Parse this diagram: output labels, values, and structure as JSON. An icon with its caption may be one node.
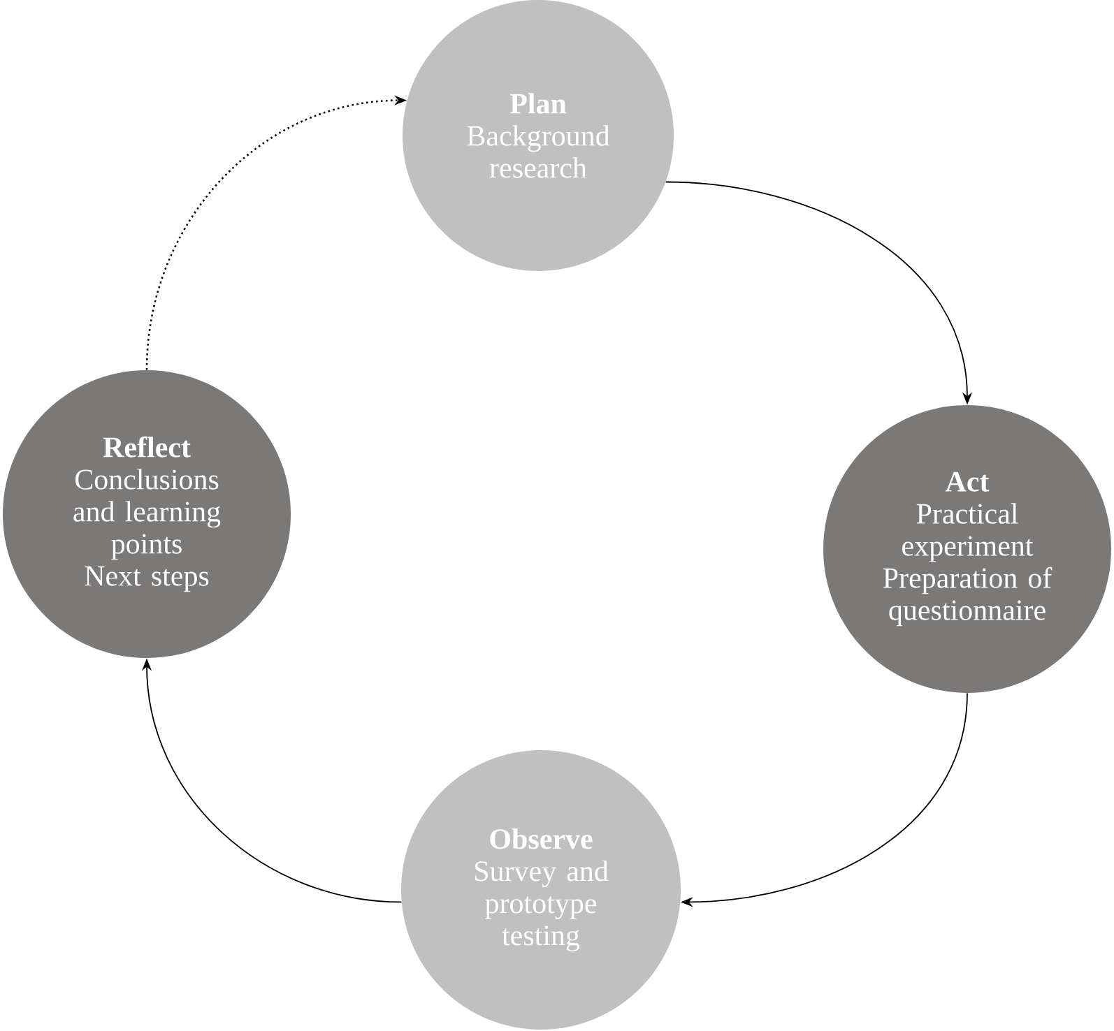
{
  "diagram": {
    "nodes": [
      {
        "text": [
          "Plan",
          "Background research"
        ]
      },
      {
        "text": [
          "Act",
          "Practical experiment",
          "Preparation of questionnaire"
        ]
      },
      {
        "text": [
          "Observe",
          "Survey and prototype testing"
        ]
      },
      {
        "text": [
          "Reflect",
          "Conclusions and learning points",
          "Next steps"
        ]
      }
    ],
    "edges": [
      {
        "from": 0,
        "to": 1,
        "arrow": "to"
      },
      {
        "from": 1,
        "to": 2,
        "arrow": "to"
      },
      {
        "from": 2,
        "to": 3,
        "arrow": "to"
      },
      {
        "from": 3,
        "to": 0,
        "arrow": "to",
        "style": "dashed"
      }
    ]
  }
}
